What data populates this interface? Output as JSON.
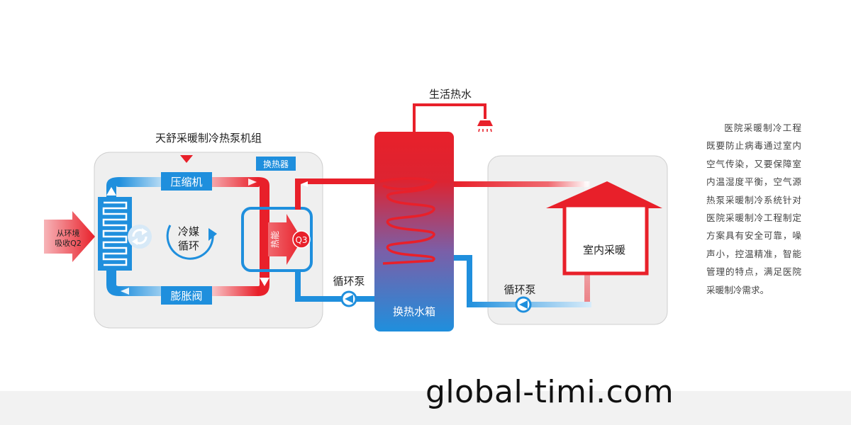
{
  "unit_title": "天舒采暖制冷热泵机组",
  "compressor_label": "压缩机",
  "expansion_valve_label": "膨胀阀",
  "heat_exchanger_tag": "换热器",
  "ambient_label": [
    "从环境",
    "吸收Q2"
  ],
  "refrigerant_cycle_label": [
    "冷媒",
    "循环"
  ],
  "heat_energy_label": "热能",
  "q3_label": "Q3",
  "hot_water_label": "生活热水",
  "tank_label": "换热水箱",
  "pump_left_label": "循环泵",
  "pump_right_label": "循环泵",
  "indoor_heating_label": "室内采暖",
  "description": "医院采暖制冷工程既要防止病毒通过室内空气传染，又要保障室内温湿度平衡，空气源热泵采暖制冷系统针对医院采暖制冷工程制定方案具有安全可靠，噪声小，控温精准，智能管理的特点，满足医院采暖制冷需求。",
  "watermark": "global-timi.com",
  "colors": {
    "hot": "#e8202a",
    "cold": "#1f8fdd",
    "panel": "#eeeeee",
    "text": "#222222"
  }
}
